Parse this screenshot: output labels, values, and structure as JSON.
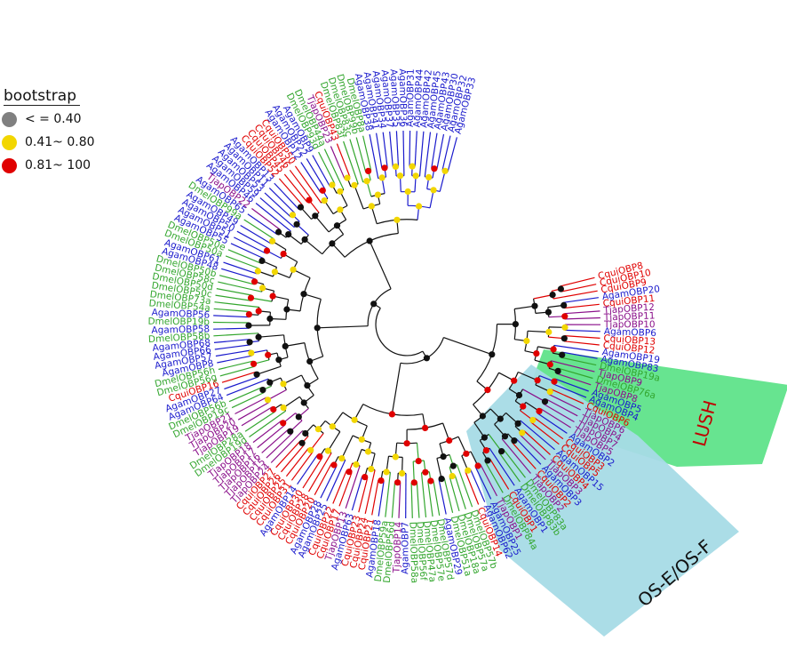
{
  "legend": {
    "title": "bootstrap",
    "items": [
      {
        "label": "< = 0.40",
        "color": "#808080"
      },
      {
        "label": "0.41~ 0.80",
        "color": "#f2d600"
      },
      {
        "label": "0.81~ 100",
        "color": "#e00000"
      }
    ]
  },
  "clades": [
    {
      "label": "LUSH",
      "color": "#5fe38a"
    },
    {
      "label": "OS-E/OS-F",
      "color": "#a6dbe6"
    }
  ],
  "colors": {
    "Agam": "#1a1acc",
    "Cqui": "#e00000",
    "Tjap": "#8a0f8a",
    "Dmel": "#33a62e"
  },
  "leaves": [
    [
      "CquiOBP8",
      "Cqui"
    ],
    [
      "CquiOBP10",
      "Cqui"
    ],
    [
      "CquiOBP9",
      "Cqui"
    ],
    [
      "AgamOBP20",
      "Agam"
    ],
    [
      "CquiOBP11",
      "Cqui"
    ],
    [
      "TjapOBP12",
      "Tjap"
    ],
    [
      "TjapOBP11",
      "Tjap"
    ],
    [
      "TjapOBP10",
      "Tjap"
    ],
    [
      "AgamOBP6",
      "Agam"
    ],
    [
      "CquiOBP13",
      "Cqui"
    ],
    [
      "CquiOBP12",
      "Cqui"
    ],
    [
      "AgamOBP19",
      "Agam"
    ],
    [
      "AgamOBP83",
      "Agam"
    ],
    [
      "DmelOBP19a",
      "Dmel"
    ],
    [
      "TjapOBP9",
      "Tjap"
    ],
    [
      "DmelOBP76a",
      "Dmel"
    ],
    [
      "TjapOBP8",
      "Tjap"
    ],
    [
      "AgamOBP5",
      "Agam"
    ],
    [
      "AgamOBP4",
      "Agam"
    ],
    [
      "CquiOBP6",
      "Cqui"
    ],
    [
      "TjapOBP6",
      "Tjap"
    ],
    [
      "TjapOBP4",
      "Tjap"
    ],
    [
      "TjapOBP7",
      "Tjap"
    ],
    [
      "TjapOBP5",
      "Tjap"
    ],
    [
      "AgamOBP2",
      "Agam"
    ],
    [
      "CquiOBP3",
      "Cqui"
    ],
    [
      "CquiOBP5",
      "Cqui"
    ],
    [
      "AgamOBP15",
      "Agam"
    ],
    [
      "CquiOBP4",
      "Cqui"
    ],
    [
      "TjapOBP3",
      "Tjap"
    ],
    [
      "AgamOBP3",
      "Agam"
    ],
    [
      "CquiOBP2",
      "Cqui"
    ],
    [
      "TjapOBP2",
      "Tjap"
    ],
    [
      "DmelOBP83a",
      "Dmel"
    ],
    [
      "DmelOBP83b",
      "Dmel"
    ],
    [
      "AgamOBP1",
      "Agam"
    ],
    [
      "CquiOBP1",
      "Cqui"
    ],
    [
      "DmelOBP84a",
      "Dmel"
    ],
    [
      "TjapOBP1",
      "Tjap"
    ],
    [
      "AgamOBP25",
      "Agam"
    ],
    [
      "AgamOBP62",
      "Agam"
    ],
    [
      "CquiOBP14",
      "Cqui"
    ],
    [
      "DmelOBP57b",
      "Dmel"
    ],
    [
      "DmelOBP57a",
      "Dmel"
    ],
    [
      "DmelOBP18a",
      "Dmel"
    ],
    [
      "DmelOBP51a",
      "Dmel"
    ],
    [
      "AgamOBP29",
      "Agam"
    ],
    [
      "DmelOBP57d",
      "Dmel"
    ],
    [
      "DmelOBP57e",
      "Dmel"
    ],
    [
      "DmelOBP47a",
      "Dmel"
    ],
    [
      "DmelOBP56f",
      "Dmel"
    ],
    [
      "DmelOBP58a",
      "Dmel"
    ],
    [
      "AgamOBP7",
      "Agam"
    ],
    [
      "TjapOBP14",
      "Tjap"
    ],
    [
      "DmelOBP56d",
      "Dmel"
    ],
    [
      "DmelOBP59a",
      "Dmel"
    ],
    [
      "AgamOBP18",
      "Agam"
    ],
    [
      "CquiOBP21",
      "Cqui"
    ],
    [
      "CquiOBP24",
      "Cqui"
    ],
    [
      "CquiOBP23",
      "Cqui"
    ],
    [
      "AgamOBP63",
      "Agam"
    ],
    [
      "TjapOBP13",
      "Tjap"
    ],
    [
      "CquiOBP17",
      "Cqui"
    ],
    [
      "CquiOBP22",
      "Cqui"
    ],
    [
      "AgamOBP25",
      "Agam"
    ],
    [
      "AgamOBP28",
      "Agam"
    ],
    [
      "CquiOBP20",
      "Cqui"
    ],
    [
      "CquiOBP28",
      "Cqui"
    ],
    [
      "CquiOBP30",
      "Cqui"
    ],
    [
      "AgamOBP14",
      "Agam"
    ],
    [
      "CquiOBP31",
      "Cqui"
    ],
    [
      "CquiOBP25",
      "Cqui"
    ],
    [
      "CquiOBP26",
      "Cqui"
    ],
    [
      "CquiOBP27",
      "Cqui"
    ],
    [
      "TjapOBP24",
      "Tjap"
    ],
    [
      "TjapOBP15",
      "Tjap"
    ],
    [
      "TjapOBP16",
      "Tjap"
    ],
    [
      "TjapOBP17",
      "Tjap"
    ],
    [
      "TjapOBP18",
      "Tjap"
    ],
    [
      "DmelOBP19d",
      "Dmel"
    ],
    [
      "DmelOBP28a",
      "Dmel"
    ],
    [
      "TjapOBP19",
      "Tjap"
    ],
    [
      "TjapOBP20",
      "Tjap"
    ],
    [
      "TjapOBP21",
      "Tjap"
    ],
    [
      "DmelOBP19c",
      "Dmel"
    ],
    [
      "DmelOBP56b",
      "Dmel"
    ],
    [
      "AgamOBP64",
      "Agam"
    ],
    [
      "AgamOBP27",
      "Agam"
    ],
    [
      "CquiOBP16",
      "Cqui"
    ],
    [
      "DmelOBP56g",
      "Dmel"
    ],
    [
      "DmelOBP56h",
      "Dmel"
    ],
    [
      "AgamOBP8",
      "Agam"
    ],
    [
      "AgamOBP57",
      "Agam"
    ],
    [
      "AgamOBP66",
      "Agam"
    ],
    [
      "AgamOBP68",
      "Agam"
    ],
    [
      "DmelOBP58b",
      "Dmel"
    ],
    [
      "AgamOBP58",
      "Agam"
    ],
    [
      "DmelOBP19b",
      "Dmel"
    ],
    [
      "AgamOBP56",
      "Agam"
    ],
    [
      "DmelOBP54a",
      "Dmel"
    ],
    [
      "DmelOBP73a",
      "Dmel"
    ],
    [
      "DmelOBP50c",
      "Dmel"
    ],
    [
      "DmelOBP50d",
      "Dmel"
    ],
    [
      "DmelOBP58c",
      "Dmel"
    ],
    [
      "DmelOBP50b",
      "Dmel"
    ],
    [
      "AgamOBP48",
      "Agam"
    ],
    [
      "AgamOBP61",
      "Agam"
    ],
    [
      "DmelOBP50a",
      "Dmel"
    ],
    [
      "DmelOBP50e",
      "Dmel"
    ],
    [
      "AgamOBP55",
      "Agam"
    ],
    [
      "AgamOBP51",
      "Agam"
    ],
    [
      "AgamOBP50",
      "Agam"
    ],
    [
      "AgamOBP49",
      "Agam"
    ],
    [
      "DmelOBP99a",
      "Dmel"
    ],
    [
      "AgamOBP65",
      "Agam"
    ],
    [
      "TjapOBP22",
      "Tjap"
    ],
    [
      "AgamOBP46",
      "Agam"
    ],
    [
      "AgamOBP59",
      "Agam"
    ],
    [
      "AgamOBP53",
      "Agam"
    ],
    [
      "AgamOBP11",
      "Agam"
    ],
    [
      "AgamOBP13",
      "Agam"
    ],
    [
      "CquiOBP52",
      "Cqui"
    ],
    [
      "CquiOBP45",
      "Cqui"
    ],
    [
      "CquiOBP46",
      "Cqui"
    ],
    [
      "CquiOBP50",
      "Cqui"
    ],
    [
      "AgamOBP12",
      "Agam"
    ],
    [
      "AgamOBP22",
      "Agam"
    ],
    [
      "AgamOBP9",
      "Agam"
    ],
    [
      "DmelOBP93d",
      "Dmel"
    ],
    [
      "DmelOBP44a",
      "Dmel"
    ],
    [
      "TjapOBP23",
      "Tjap"
    ],
    [
      "CquiOBP43",
      "Cqui"
    ],
    [
      "DmelOBP83f",
      "Dmel"
    ],
    [
      "DmelOBP83c",
      "Dmel"
    ],
    [
      "DmelOBP99b",
      "Dmel"
    ],
    [
      "DmelOBP8a",
      "Dmel"
    ],
    [
      "AgamOBP38",
      "Agam"
    ],
    [
      "AgamOBP41",
      "Agam"
    ],
    [
      "AgamOBP34",
      "Agam"
    ],
    [
      "AgamOBP37",
      "Agam"
    ],
    [
      "AgamOBP35",
      "Agam"
    ],
    [
      "AgamOBP36",
      "Agam"
    ],
    [
      "AgamOBP31",
      "Agam"
    ],
    [
      "AgamOBP44",
      "Agam"
    ],
    [
      "AgamOBP42",
      "Agam"
    ],
    [
      "AgamOBP45",
      "Agam"
    ],
    [
      "AgamOBP43",
      "Agam"
    ],
    [
      "AgamOBP30",
      "Agam"
    ],
    [
      "AgamOBP32",
      "Agam"
    ],
    [
      "AgamOBP33",
      "Agam"
    ]
  ]
}
